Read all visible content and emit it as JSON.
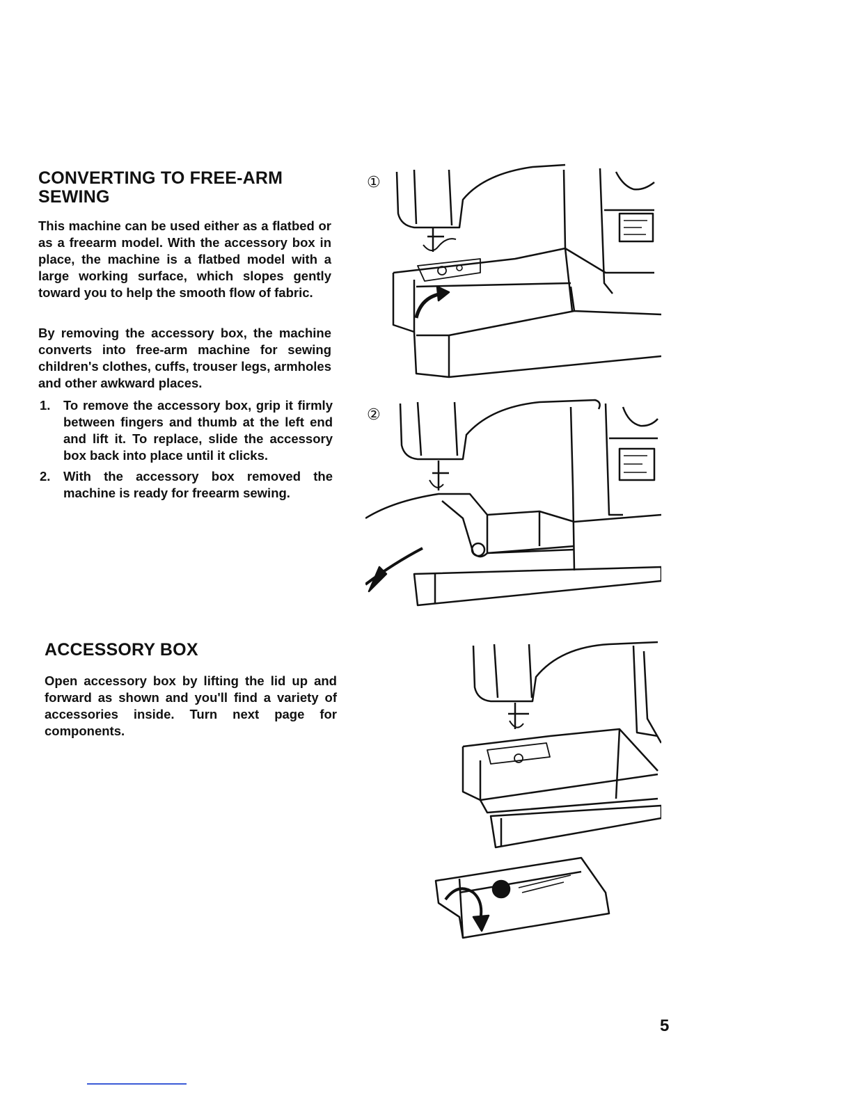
{
  "sections": [
    {
      "title_line1": "CONVERTING TO FREE-ARM",
      "title_line2": "SEWING",
      "paragraphs": [
        "This machine can be used either as a flatbed or as a freearm model. With the accessory box in place, the machine is a flatbed model with a large working surface, which slopes gently toward you to help the smooth flow of fabric.",
        "By removing the accessory box, the machine converts into free-arm machine for sewing children's clothes, cuffs, trouser legs, armholes and other awkward places."
      ],
      "steps": [
        {
          "num": "1.",
          "text": "To remove the accessory box, grip it firmly between fingers and thumb at the left end and lift it. To replace, slide the accessory box back into place until it clicks."
        },
        {
          "num": "2.",
          "text": "With the accessory box removed the machine is ready for freearm sewing."
        }
      ]
    },
    {
      "title": "ACCESSORY BOX",
      "paragraphs": [
        "Open accessory box by lifting the lid up and forward as shown and you'll find a variety of accessories inside. Turn next page for components."
      ]
    }
  ],
  "figures": [
    {
      "label": "①",
      "icon": "sewing-machine-flatbed-illustration"
    },
    {
      "label": "②",
      "icon": "sewing-machine-freearm-illustration"
    },
    {
      "label": "",
      "icon": "accessory-box-open-illustration"
    }
  ],
  "page_number": "5",
  "colors": {
    "text": "#111111",
    "footer_rule": "#3b5bd6"
  }
}
